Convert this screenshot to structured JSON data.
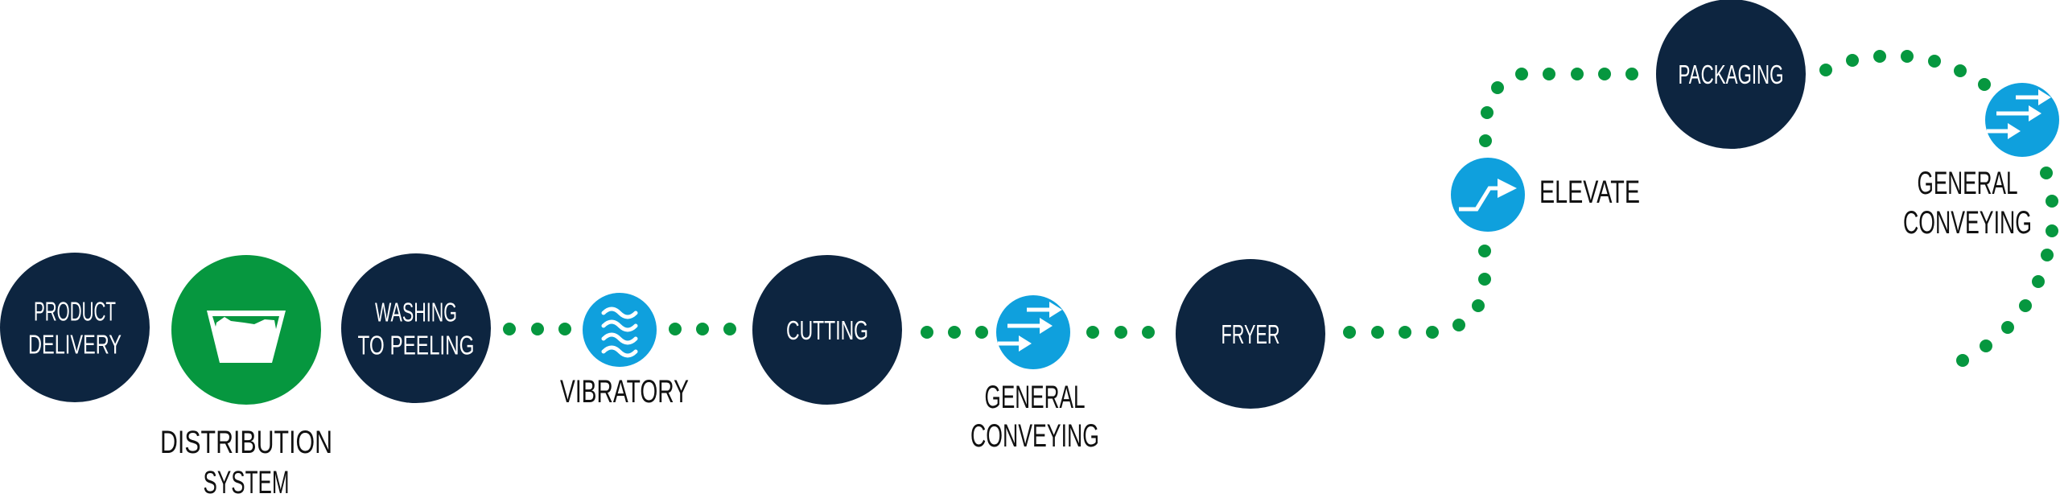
{
  "diagram": {
    "title": "Potato processing line",
    "colors": {
      "stage": "#0d2540",
      "equipment": "#0fa0dd",
      "highlight": "#06973f",
      "connector": "#06973f",
      "caption": "#111111",
      "icon": "#ffffff"
    },
    "nodes": [
      {
        "id": "product-delivery",
        "kind": "stage",
        "lines": [
          "PRODUCT",
          "DELIVERY"
        ],
        "icon": null
      },
      {
        "id": "distribution-system",
        "kind": "highlight",
        "lines": [],
        "icon": "bucket-icon",
        "caption": [
          "DISTRIBUTION",
          "SYSTEM"
        ]
      },
      {
        "id": "washing-to-peeling",
        "kind": "stage",
        "lines": [
          "WASHING",
          "TO PEELING"
        ],
        "icon": null
      },
      {
        "id": "vibratory",
        "kind": "equipment",
        "lines": [],
        "icon": "vibration-waves-icon",
        "caption": [
          "VIBRATORY"
        ]
      },
      {
        "id": "cutting",
        "kind": "stage",
        "lines": [
          "CUTTING"
        ],
        "icon": null
      },
      {
        "id": "general-conveying-1",
        "kind": "equipment",
        "lines": [],
        "icon": "conveyor-arrows-icon",
        "caption": [
          "GENERAL",
          "CONVEYING"
        ]
      },
      {
        "id": "fryer",
        "kind": "stage",
        "lines": [
          "FRYER"
        ],
        "icon": null
      },
      {
        "id": "elevate",
        "kind": "equipment",
        "lines": [],
        "icon": "elevate-arrow-icon",
        "caption": [
          "ELEVATE"
        ]
      },
      {
        "id": "packaging",
        "kind": "stage",
        "lines": [
          "PACKAGING"
        ],
        "icon": null
      },
      {
        "id": "general-conveying-2",
        "kind": "equipment",
        "lines": [],
        "icon": "conveyor-arrows-icon",
        "caption": [
          "GENERAL",
          "CONVEYING"
        ]
      }
    ],
    "connectors": [
      {
        "from": "washing-to-peeling",
        "to": "vibratory",
        "dots": 3
      },
      {
        "from": "vibratory",
        "to": "cutting",
        "dots": 3
      },
      {
        "from": "cutting",
        "to": "general-conveying-1",
        "dots": 3
      },
      {
        "from": "general-conveying-1",
        "to": "fryer",
        "dots": 3
      },
      {
        "from": "fryer",
        "to": "elevate",
        "dots": 8
      },
      {
        "from": "elevate",
        "to": "packaging",
        "dots": 8
      },
      {
        "from": "packaging",
        "to": "general-conveying-2",
        "dots": 7
      },
      {
        "from": "general-conveying-2",
        "to": "continues",
        "dots": 9
      }
    ]
  }
}
